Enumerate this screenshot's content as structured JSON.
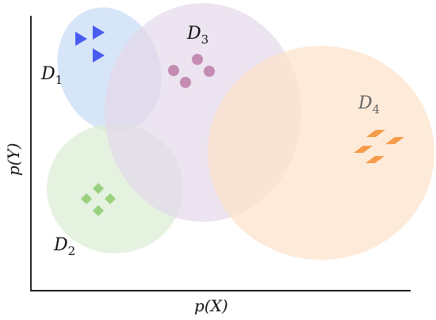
{
  "axes": {
    "x_label": "p(X)",
    "y_label": "p(Y)"
  },
  "domains": [
    {
      "name": "D",
      "sub": "1",
      "color": "#c9dcf7",
      "marker": "triangle",
      "marker_color": "#4a5cf0"
    },
    {
      "name": "D",
      "sub": "2",
      "color": "#dceed5",
      "marker": "diamond",
      "marker_color": "#9ad17f"
    },
    {
      "name": "D",
      "sub": "3",
      "color": "#e4d8ea",
      "marker": "circle",
      "marker_color": "#c48bb3"
    },
    {
      "name": "D",
      "sub": "4",
      "color": "#fde3cc",
      "marker": "slash",
      "marker_color": "#f59c4a"
    }
  ]
}
